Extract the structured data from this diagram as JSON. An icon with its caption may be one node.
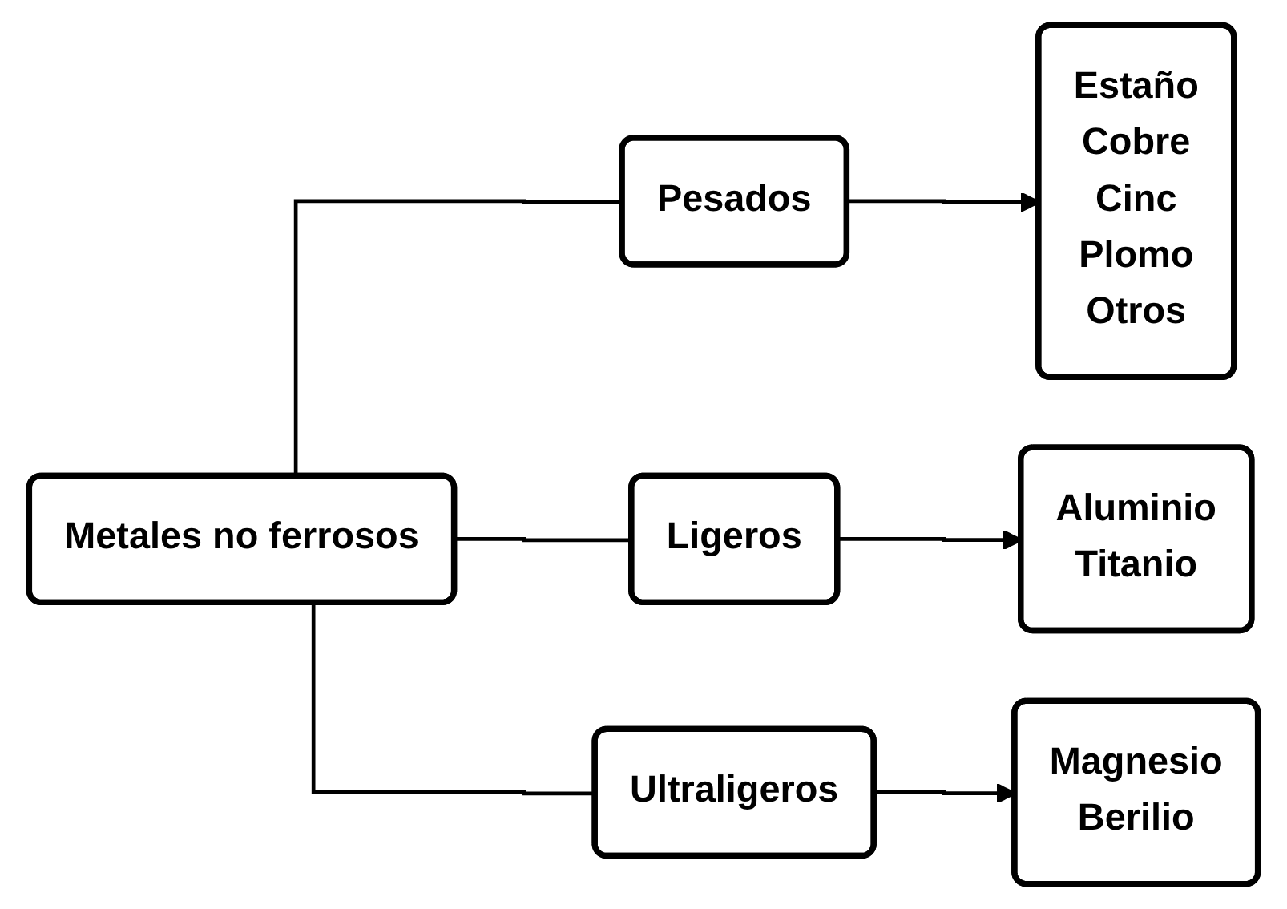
{
  "diagram": {
    "nodes": [
      {
        "text": [
          "Metales no ferrosos"
        ]
      },
      {
        "text": [
          "Pesados"
        ]
      },
      {
        "text": [
          "Ligeros"
        ]
      },
      {
        "text": [
          "Ultraligeros"
        ]
      },
      {
        "text": [
          "Estaño",
          "Cobre",
          "Cinc",
          "Plomo",
          "Otros"
        ]
      },
      {
        "text": [
          "Aluminio",
          "Titanio"
        ]
      },
      {
        "text": [
          "Magnesio",
          "Berilio"
        ]
      }
    ],
    "edges": [
      {
        "from": 0,
        "to": 1,
        "arrow": "none"
      },
      {
        "from": 0,
        "to": 2,
        "arrow": "none"
      },
      {
        "from": 0,
        "to": 3,
        "arrow": "none"
      },
      {
        "from": 1,
        "to": 4,
        "arrow": "to"
      },
      {
        "from": 2,
        "to": 5,
        "arrow": "to"
      },
      {
        "from": 3,
        "to": 6,
        "arrow": "to"
      }
    ]
  }
}
